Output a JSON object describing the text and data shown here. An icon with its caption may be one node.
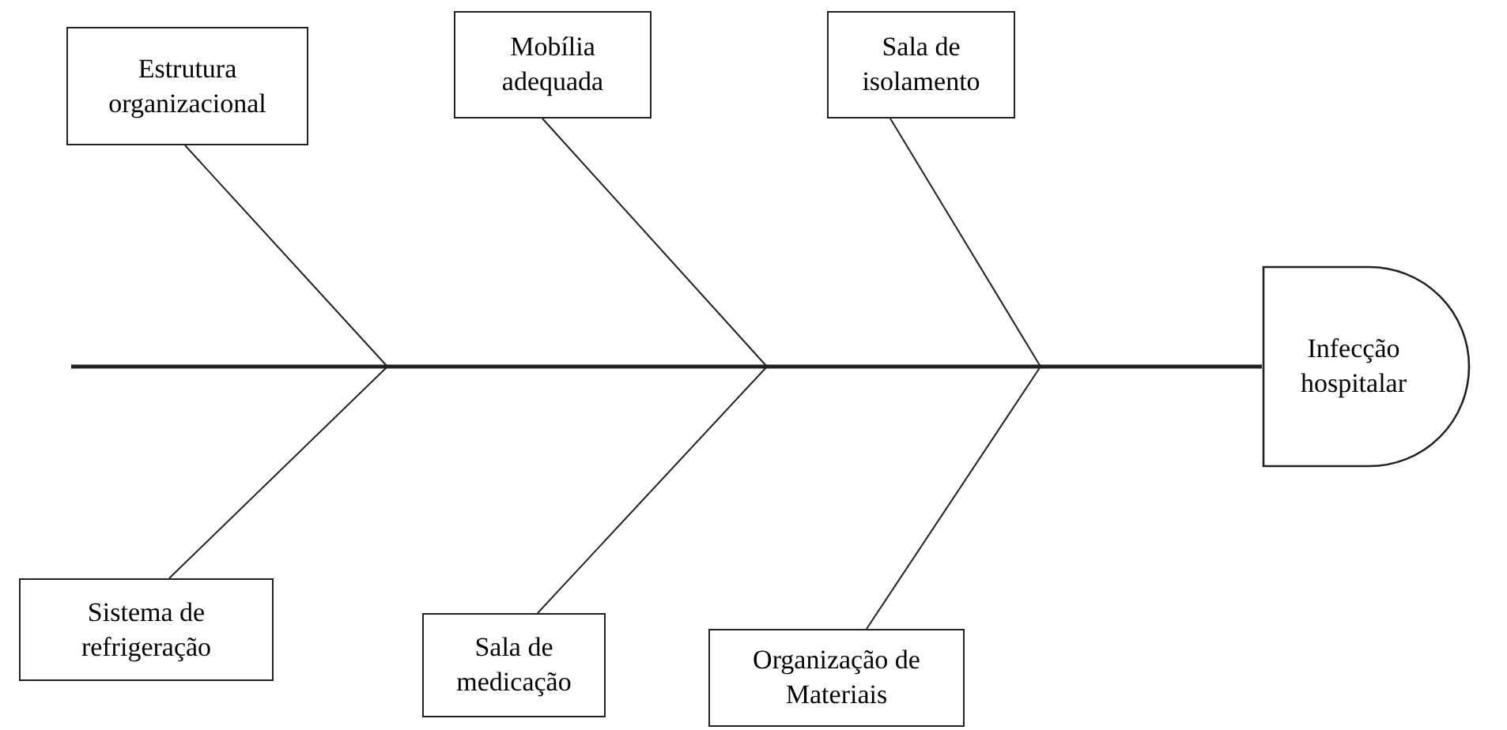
{
  "diagram": {
    "nodes": [
      {
        "text": [
          "Estrutura organizacional"
        ]
      },
      {
        "text": [
          "Mobília adequada"
        ]
      },
      {
        "text": [
          "Sala de isolamento"
        ]
      },
      {
        "text": [
          "Infecção hospitalar"
        ]
      },
      {
        "text": [
          "Sistema de refrigeração"
        ]
      },
      {
        "text": [
          "Sala de medicação"
        ]
      },
      {
        "text": [
          "Organização de Materiais"
        ]
      }
    ],
    "edges": [
      {
        "from": null,
        "to": 3,
        "arrow": "none",
        "style": "thick"
      },
      {
        "from": 0,
        "to": null,
        "arrow": "none"
      },
      {
        "from": 1,
        "to": null,
        "arrow": "none"
      },
      {
        "from": 2,
        "to": null,
        "arrow": "none"
      },
      {
        "from": 4,
        "to": null,
        "arrow": "none"
      },
      {
        "from": 5,
        "to": null,
        "arrow": "none"
      },
      {
        "from": 6,
        "to": null,
        "arrow": "none"
      }
    ]
  }
}
